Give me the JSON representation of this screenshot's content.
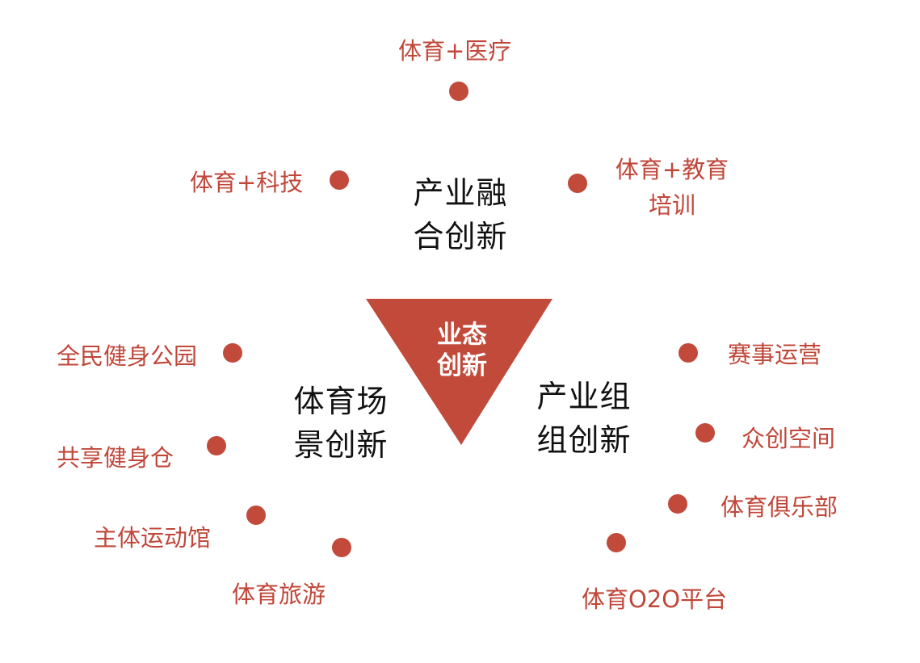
{
  "colors": {
    "accent": "#c24a3b",
    "leaf_text": "#c0473a",
    "category_text": "#111111",
    "center_text": "#ffffff"
  },
  "center": {
    "line1": "业态",
    "line2": "创新"
  },
  "categories": {
    "top": {
      "line1": "产业融",
      "line2": "合创新"
    },
    "left": {
      "line1": "体育场",
      "line2": "景创新"
    },
    "right": {
      "line1": "产业组",
      "line2": "组创新"
    }
  },
  "leaves": {
    "medical": "体育+医疗",
    "tech": "体育+科技",
    "education_line1": "体育+教育",
    "education_line2": "培训",
    "fitness_park": "全民健身公园",
    "shared_gym": "共享健身仓",
    "sports_venue": "主体运动馆",
    "tourism": "体育旅游",
    "event_ops": "赛事运营",
    "coworking": "众创空间",
    "club": "体育俱乐部",
    "o2o": "体育O2O平台"
  }
}
